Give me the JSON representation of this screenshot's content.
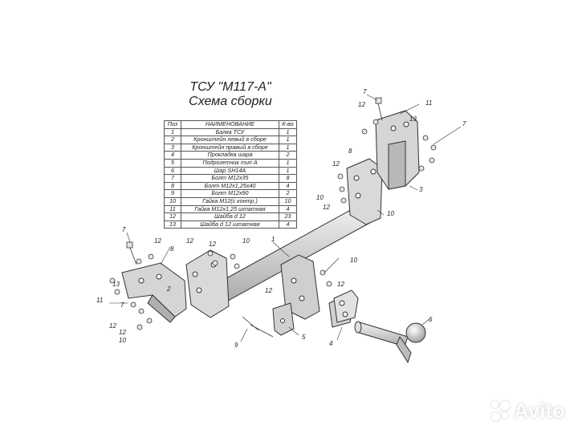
{
  "title": {
    "line1": "ТСУ \"M117-A\"",
    "line2": "Схема сборки"
  },
  "parts_table": {
    "headers": [
      "Поз",
      "НАИМЕНОВАНИЕ",
      "К-во"
    ],
    "rows": [
      [
        "1",
        "Балка ТСУ",
        "1"
      ],
      [
        "2",
        "Кронштейн левый в сборе",
        "1"
      ],
      [
        "3",
        "Кронштейн правый в сборе",
        "1"
      ],
      [
        "4",
        "Прокладка шара",
        "2"
      ],
      [
        "5",
        "Подрозетник тип А",
        "1"
      ],
      [
        "6",
        "Шар SH14A",
        "1"
      ],
      [
        "7",
        "Болт М12х35",
        "8"
      ],
      [
        "8",
        "Болт М12х1,25х40",
        "4"
      ],
      [
        "9",
        "Болт М12х90",
        "2"
      ],
      [
        "10",
        "Гайка М12(с контр.)",
        "10"
      ],
      [
        "11",
        "Гайка М12х1,25 штатная",
        "4"
      ],
      [
        "12",
        "Шайба d 12",
        "23"
      ],
      [
        "13",
        "Шайба d 12 штатная",
        "4"
      ]
    ]
  },
  "callouts": [
    {
      "id": "r-7",
      "text": "7"
    },
    {
      "id": "r-12a",
      "text": "12"
    },
    {
      "id": "r-11",
      "text": "11"
    },
    {
      "id": "r-13",
      "text": "13"
    },
    {
      "id": "r-7b",
      "text": "7"
    },
    {
      "id": "r-8",
      "text": "8"
    },
    {
      "id": "r-3",
      "text": "3"
    },
    {
      "id": "m-12",
      "text": "12"
    },
    {
      "id": "m-10",
      "text": "10"
    },
    {
      "id": "m-12b",
      "text": "12"
    },
    {
      "id": "m-10b",
      "text": "10"
    },
    {
      "id": "m-1",
      "text": "1"
    },
    {
      "id": "l-7",
      "text": "7"
    },
    {
      "id": "l-12",
      "text": "12"
    },
    {
      "id": "l-12b",
      "text": "12"
    },
    {
      "id": "l-10",
      "text": "10"
    },
    {
      "id": "l-8",
      "text": "8"
    },
    {
      "id": "l-12c",
      "text": "12"
    },
    {
      "id": "l-13",
      "text": "13"
    },
    {
      "id": "l-2",
      "text": "2"
    },
    {
      "id": "l-11",
      "text": "11"
    },
    {
      "id": "l-7b",
      "text": "7"
    },
    {
      "id": "l-12d",
      "text": "12"
    },
    {
      "id": "l-12e",
      "text": "12"
    },
    {
      "id": "l-10b",
      "text": "10"
    },
    {
      "id": "c-12",
      "text": "12"
    },
    {
      "id": "c-9",
      "text": "9"
    },
    {
      "id": "c-5",
      "text": "5"
    },
    {
      "id": "c-10",
      "text": "10"
    },
    {
      "id": "c-12b",
      "text": "12"
    },
    {
      "id": "c-4",
      "text": "4"
    },
    {
      "id": "c-6",
      "text": "6"
    }
  ],
  "watermark": {
    "text": "Avito"
  },
  "colors": {
    "line": "#333333",
    "part_fill": "#d9d9d9",
    "part_shade": "#b5b5b5",
    "table_border": "#555555"
  }
}
